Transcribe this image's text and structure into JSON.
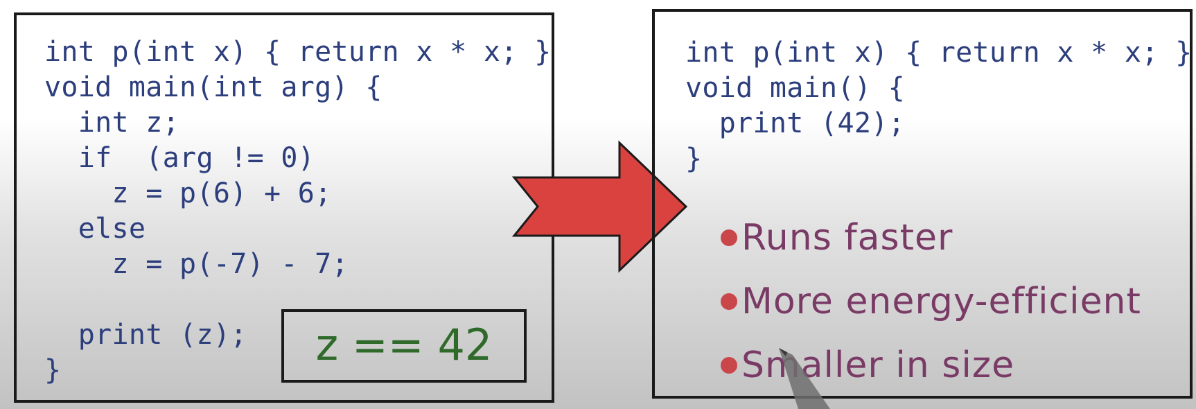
{
  "left_panel": {
    "code_lines": [
      "int p(int x) { return x * x; }",
      "void main(int arg) {",
      "  int z;",
      "  if  (arg != 0)",
      "    z = p(6) + 6;",
      "  else",
      "    z = p(-7) - 7;",
      "",
      "  print (z);",
      "}"
    ],
    "result_label": "z == 42"
  },
  "right_panel": {
    "code_lines": [
      "int p(int x) { return x * x; }",
      "void main() {",
      "  print (42);",
      "}"
    ],
    "bullets": [
      "Runs faster",
      "More energy-efficient",
      "Smaller in size"
    ]
  },
  "colors": {
    "code_text": "#2c3e7c",
    "result_text": "#2f6a2a",
    "bullet_dot": "#c9474b",
    "bullet_text": "#7a3a66",
    "arrow_fill": "#d9423f",
    "arrow_stroke": "#1a1a1a"
  },
  "icons": [
    "right-arrow-icon",
    "pen-pointer-icon"
  ]
}
